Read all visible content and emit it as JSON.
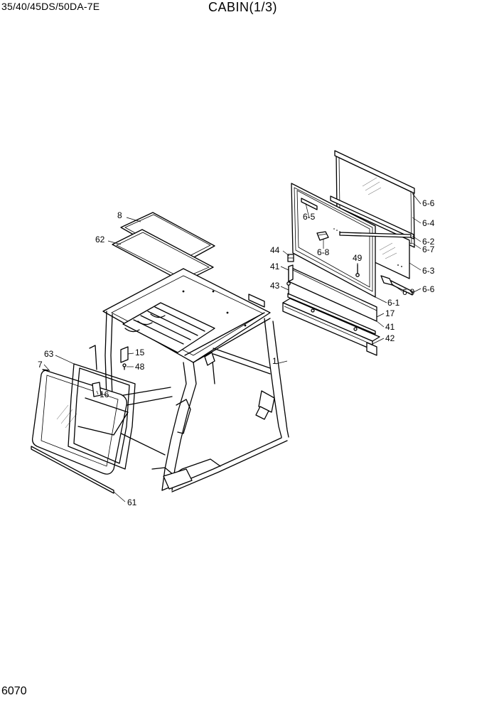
{
  "header": {
    "model": "35/40/45DS/50DA-7E",
    "title": "CABIN(1/3)"
  },
  "footer": {
    "page_number": "6070"
  },
  "callouts": {
    "c1": "1",
    "c6_1": "6-1",
    "c6_2": "6-2",
    "c6_3": "6-3",
    "c6_4": "6-4",
    "c6_5": "6-5",
    "c6_6a": "6-6",
    "c6_6b": "6-6",
    "c6_7": "6-7",
    "c6_8": "6-8",
    "c6_9": "6-9",
    "c7": "7",
    "c8": "8",
    "c15": "15",
    "c16": "16",
    "c17": "17",
    "c41a": "41",
    "c41b": "41",
    "c42": "42",
    "c43": "43",
    "c44": "44",
    "c48": "48",
    "c49": "49",
    "c61": "61",
    "c62": "62",
    "c63": "63"
  }
}
